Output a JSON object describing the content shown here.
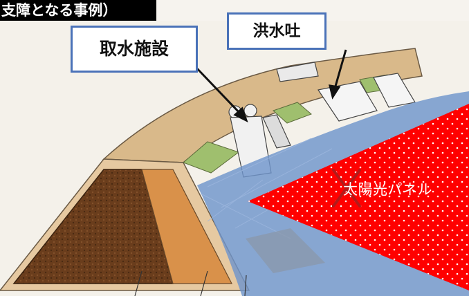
{
  "header": {
    "title": "支障となる事例）"
  },
  "callouts": {
    "intake": "取水施設",
    "spillway": "洪水吐"
  },
  "solar_panel": {
    "label": "太陽光パネル",
    "status": "prohibited",
    "mark_icon": "cross-icon"
  },
  "colors": {
    "water": "#6f95cc",
    "solar_panel": "#ff0000",
    "callout_border": "#4a72b8",
    "prohibit_mark": "#b11b1b"
  }
}
